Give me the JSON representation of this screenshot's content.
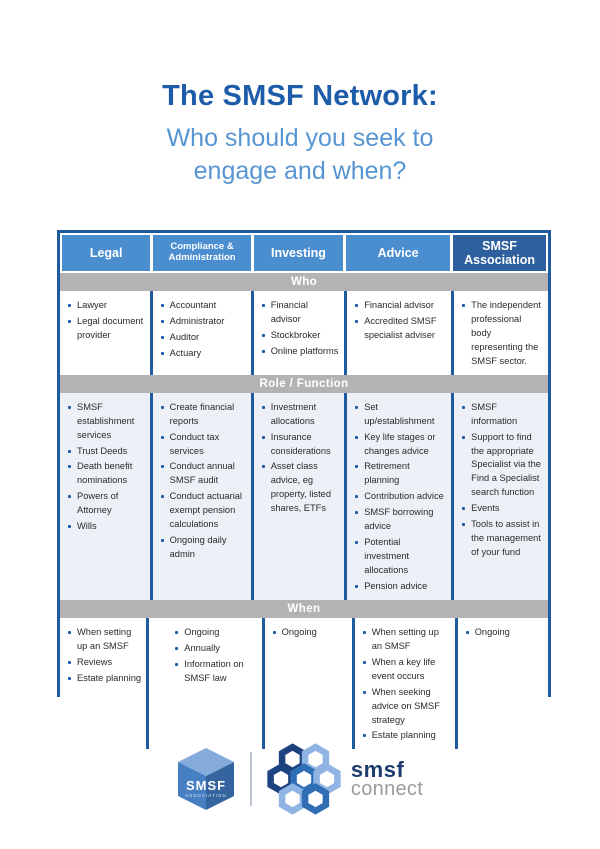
{
  "title": {
    "main": "The SMSF Network:",
    "subtitle": "Who should you seek to engage and when?"
  },
  "table": {
    "columns": [
      "Legal",
      "Compliance & Administration",
      "Investing",
      "Advice",
      "SMSF Association"
    ],
    "sections": [
      {
        "band": "Who",
        "cells": [
          [
            "Lawyer",
            "Legal document provider"
          ],
          [
            "Accountant",
            "Administrator",
            "Auditor",
            "Actuary"
          ],
          [
            "Financial advisor",
            "Stockbroker",
            "Online platforms"
          ],
          [
            "Financial advisor",
            "Accredited SMSF specialist adviser"
          ],
          [
            "The independent professional body representing the SMSF sector."
          ]
        ]
      },
      {
        "band": "Role / Function",
        "cells": [
          [
            "SMSF establishment services",
            "Trust Deeds",
            "Death benefit nominations",
            "Powers of Attorney",
            "Wills"
          ],
          [
            "Create financial reports",
            "Conduct tax services",
            "Conduct annual SMSF audit",
            "Conduct actuarial exempt pension calculations",
            "Ongoing daily admin"
          ],
          [
            "Investment allocations",
            "Insurance considerations",
            "Asset class advice, eg property, listed shares, ETFs"
          ],
          [
            "Set up/establishment",
            "Key life stages or changes advice",
            "Retirement planning",
            "Contribution advice",
            "SMSF borrowing advice",
            "Potential investment allocations",
            "Pension advice"
          ],
          [
            "SMSF information",
            "Support to find the appropriate Specialist via the Find a Specialist search function",
            "Events",
            "Tools to assist in the management of your fund"
          ]
        ]
      },
      {
        "band": "When",
        "cells": [
          [
            "When setting up an SMSF",
            "Reviews",
            "Estate planning"
          ],
          [
            "Ongoing",
            "Annually",
            "Information on SMSF law"
          ],
          [
            "Ongoing"
          ],
          [
            "When setting up an SMSF",
            "When a key life event occurs",
            "When seeking advice on SMSF strategy",
            "Estate planning"
          ],
          [
            "Ongoing"
          ]
        ]
      }
    ]
  },
  "footer": {
    "assoc": {
      "line1": "SMSF",
      "line2": "ASSOCIATION"
    },
    "connect": {
      "line1": "smsf",
      "line2": "connect"
    }
  },
  "colors": {
    "title_dark_blue": "#1c5ca8",
    "subtitle_blue": "#5795d3",
    "header_blue": "#4b8ed0",
    "header_dark_blue": "#2e5f9e",
    "table_border_blue": "#1e5c9f",
    "band_gray": "#b3b3b5",
    "role_row_bg": "#edf0f6",
    "bullet_blue": "#1d5ba6",
    "connect_navy": "#1e3c6f",
    "connect_gray": "#9b9b9b"
  }
}
